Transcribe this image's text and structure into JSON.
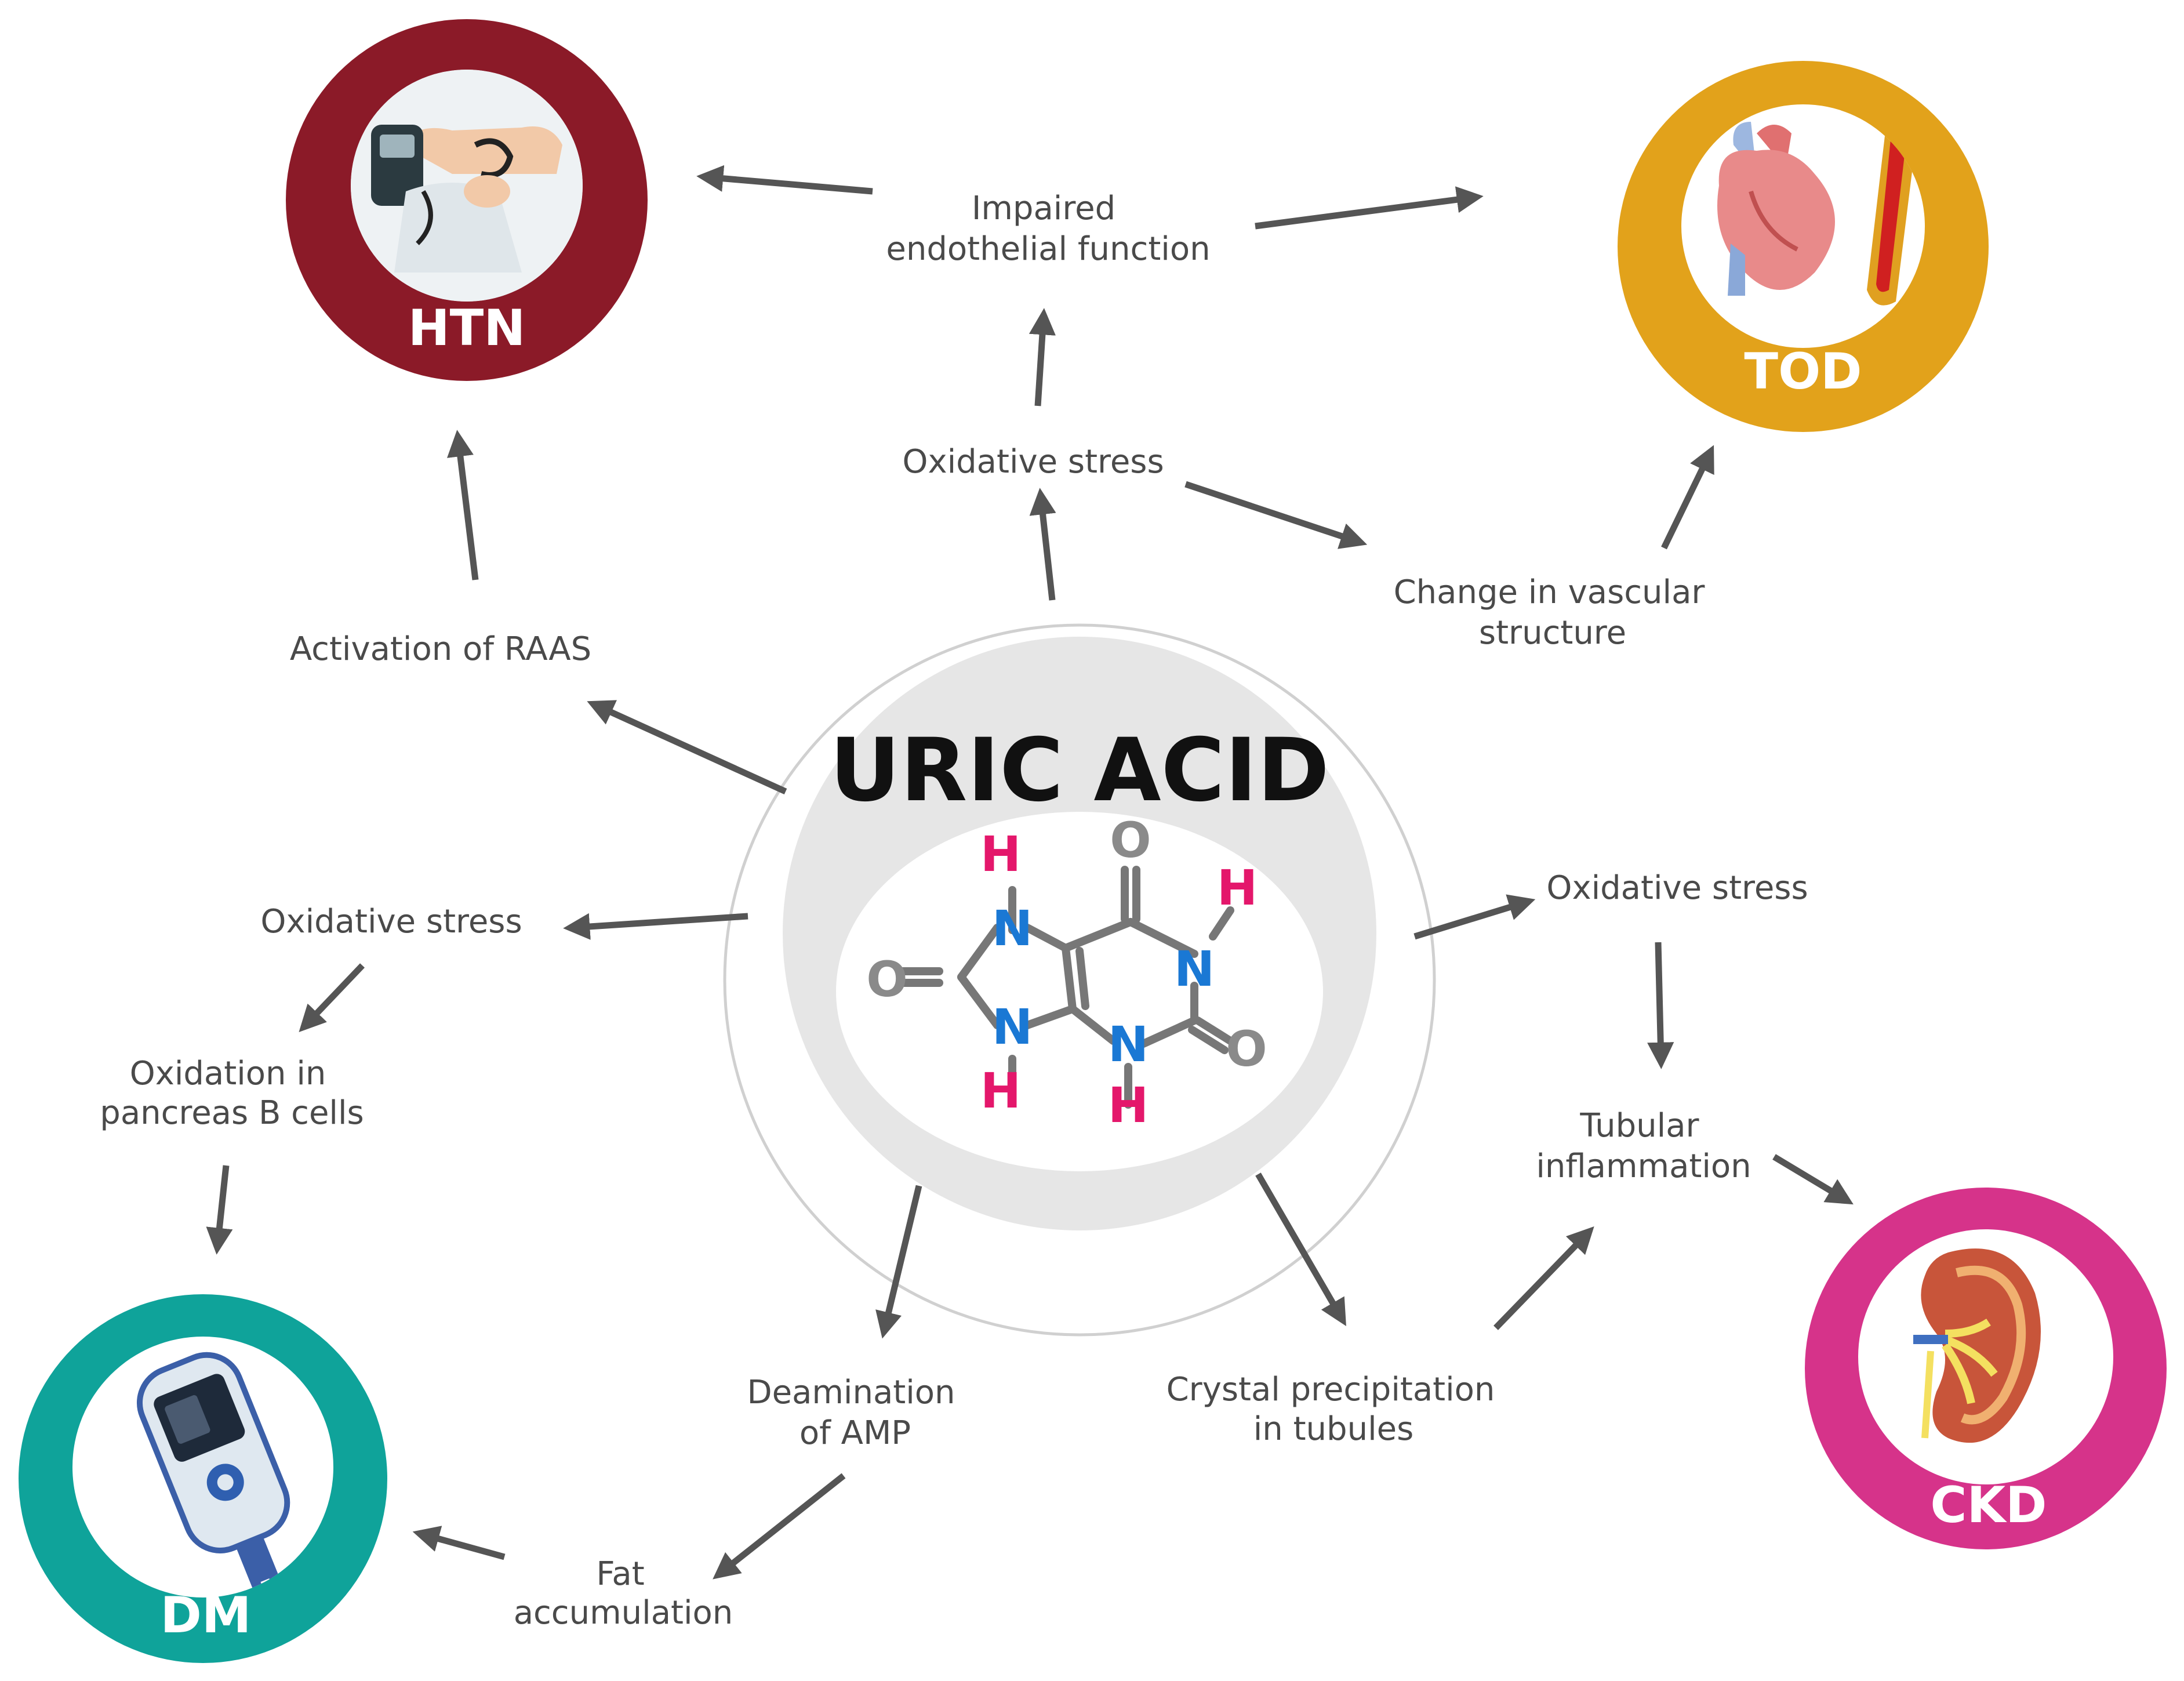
{
  "colors": {
    "htn": "#8b1a28",
    "tod": "#e2a21b",
    "dm": "#0fa39a",
    "ckd": "#d6338a",
    "arrow": "#555555",
    "text": "#4a4a4a",
    "hydrogen": "#e4176b",
    "nitrogen": "#1a78d4",
    "oxygen": "#8a8a8a"
  },
  "center": {
    "title": "URIC ACID",
    "atoms": {
      "hydrogen": "H",
      "nitrogen": "N",
      "oxygen": "O"
    }
  },
  "diseases": {
    "htn": {
      "label": "HTN",
      "icon": "blood-pressure-cuff-icon"
    },
    "tod": {
      "label": "TOD",
      "icon": "heart-artery-icon"
    },
    "dm": {
      "label": "DM",
      "icon": "glucose-meter-icon"
    },
    "ckd": {
      "label": "CKD",
      "icon": "kidney-icon"
    }
  },
  "labels": {
    "impaired_endothelial": [
      "Impaired",
      "endothelial function"
    ],
    "oxidative_top": "Oxidative stress",
    "vascular_change": [
      "Change in vascular",
      "structure"
    ],
    "raas": "Activation of RAAS",
    "oxidative_left": "Oxidative stress",
    "pancreas": [
      "Oxidation in",
      "pancreas B cells"
    ],
    "oxidative_right": "Oxidative stress",
    "tubular_inflammation": [
      "Tubular",
      "inflammation"
    ],
    "deamination": [
      "Deamination",
      "of AMP"
    ],
    "crystal": [
      "Crystal precipitation",
      "in tubules"
    ],
    "fat": [
      "Fat",
      "accumulation"
    ]
  }
}
